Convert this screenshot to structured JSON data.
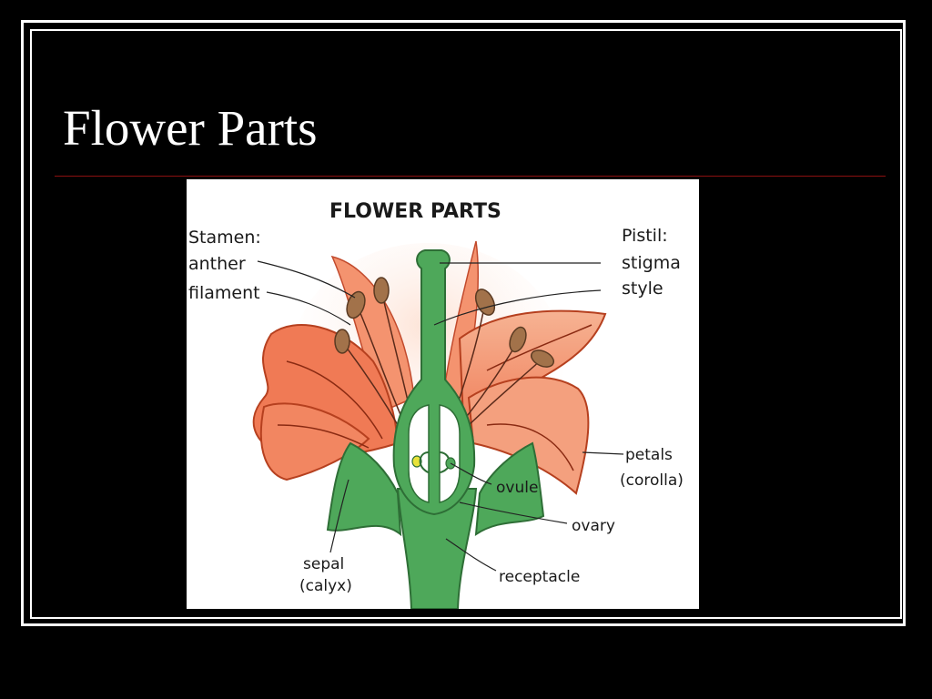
{
  "slide": {
    "title": "Flower Parts"
  },
  "diagram": {
    "heading": "FLOWER PARTS",
    "labels": {
      "stamen": "Stamen:",
      "anther": "anther",
      "filament": "filament",
      "pistil": "Pistil:",
      "stigma": "stigma",
      "style": "style",
      "petals": "petals",
      "corolla": "(corolla)",
      "ovule": "ovule",
      "ovary": "ovary",
      "receptacle": "receptacle",
      "sepal": "sepal",
      "calyx": "(calyx)"
    },
    "colors": {
      "petal": "#f07a55",
      "petal_light": "#f6b393",
      "stem": "#4ea85a",
      "anther": "#a2724a",
      "background": "#000000",
      "rule": "#8b1010"
    }
  }
}
